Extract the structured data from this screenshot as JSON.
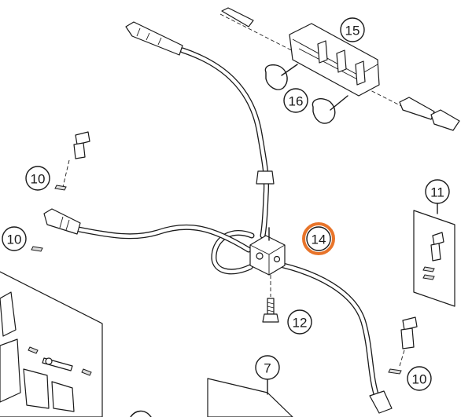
{
  "callouts": {
    "c15": "15",
    "c16": "16",
    "c10a": "10",
    "c10b": "10",
    "c10c": "10",
    "c11": "11",
    "c12": "12",
    "c14": "14",
    "c7": "7"
  },
  "colors": {
    "line": "#1a1a1a",
    "highlight": "#e8742a",
    "background": "#ffffff"
  }
}
